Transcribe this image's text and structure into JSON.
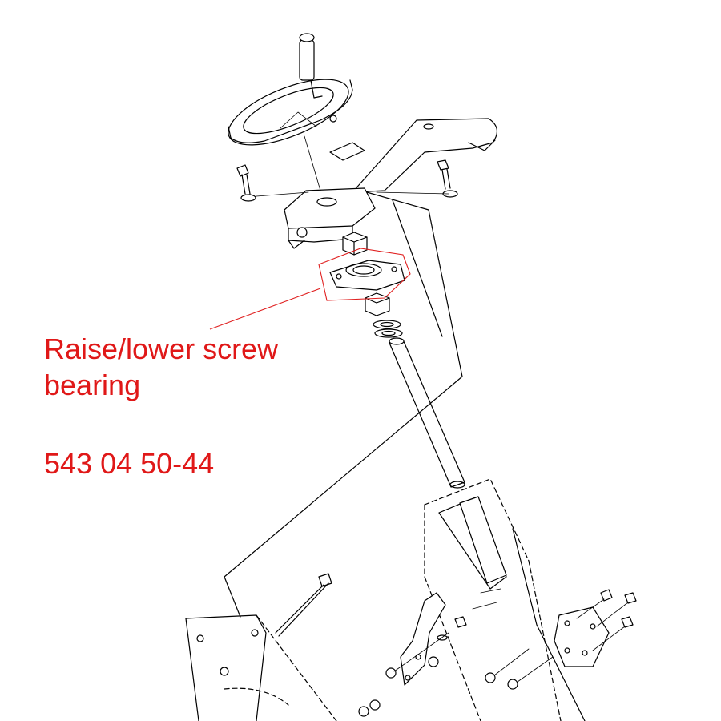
{
  "callout": {
    "part_name_line1": "Raise/lower screw",
    "part_name_line2": "bearing",
    "part_number": "543 04 50-44",
    "color": "#e01818"
  }
}
